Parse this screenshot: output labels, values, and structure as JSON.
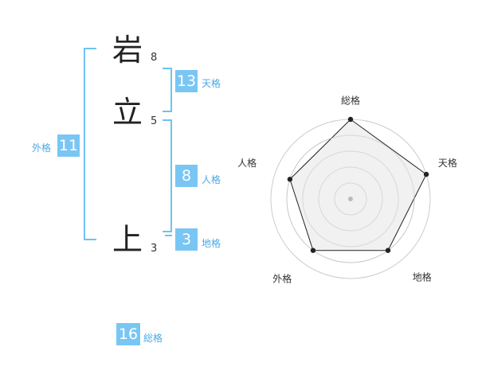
{
  "name": {
    "chars": [
      {
        "char": "岩",
        "strokes": "8"
      },
      {
        "char": "立",
        "strokes": "5"
      },
      {
        "char": "上",
        "strokes": "3"
      }
    ]
  },
  "fortunes": {
    "tenkaku": {
      "label": "天格",
      "value": "13"
    },
    "jinkaku": {
      "label": "人格",
      "value": "8"
    },
    "chikaku": {
      "label": "地格",
      "value": "3"
    },
    "gaikaku": {
      "label": "外格",
      "value": "11"
    },
    "soukaku": {
      "label": "総格",
      "value": "16"
    }
  },
  "chart_data": {
    "type": "radar",
    "axes": [
      "総格",
      "天格",
      "地格",
      "外格",
      "人格"
    ],
    "values": [
      5,
      5,
      4,
      4,
      4
    ],
    "max": 5,
    "rings": 5,
    "colors": {
      "fill": "#efefef",
      "line": "#222222",
      "ring": "#cccccc",
      "point": "#222222",
      "center": "#bbbbbb"
    }
  }
}
